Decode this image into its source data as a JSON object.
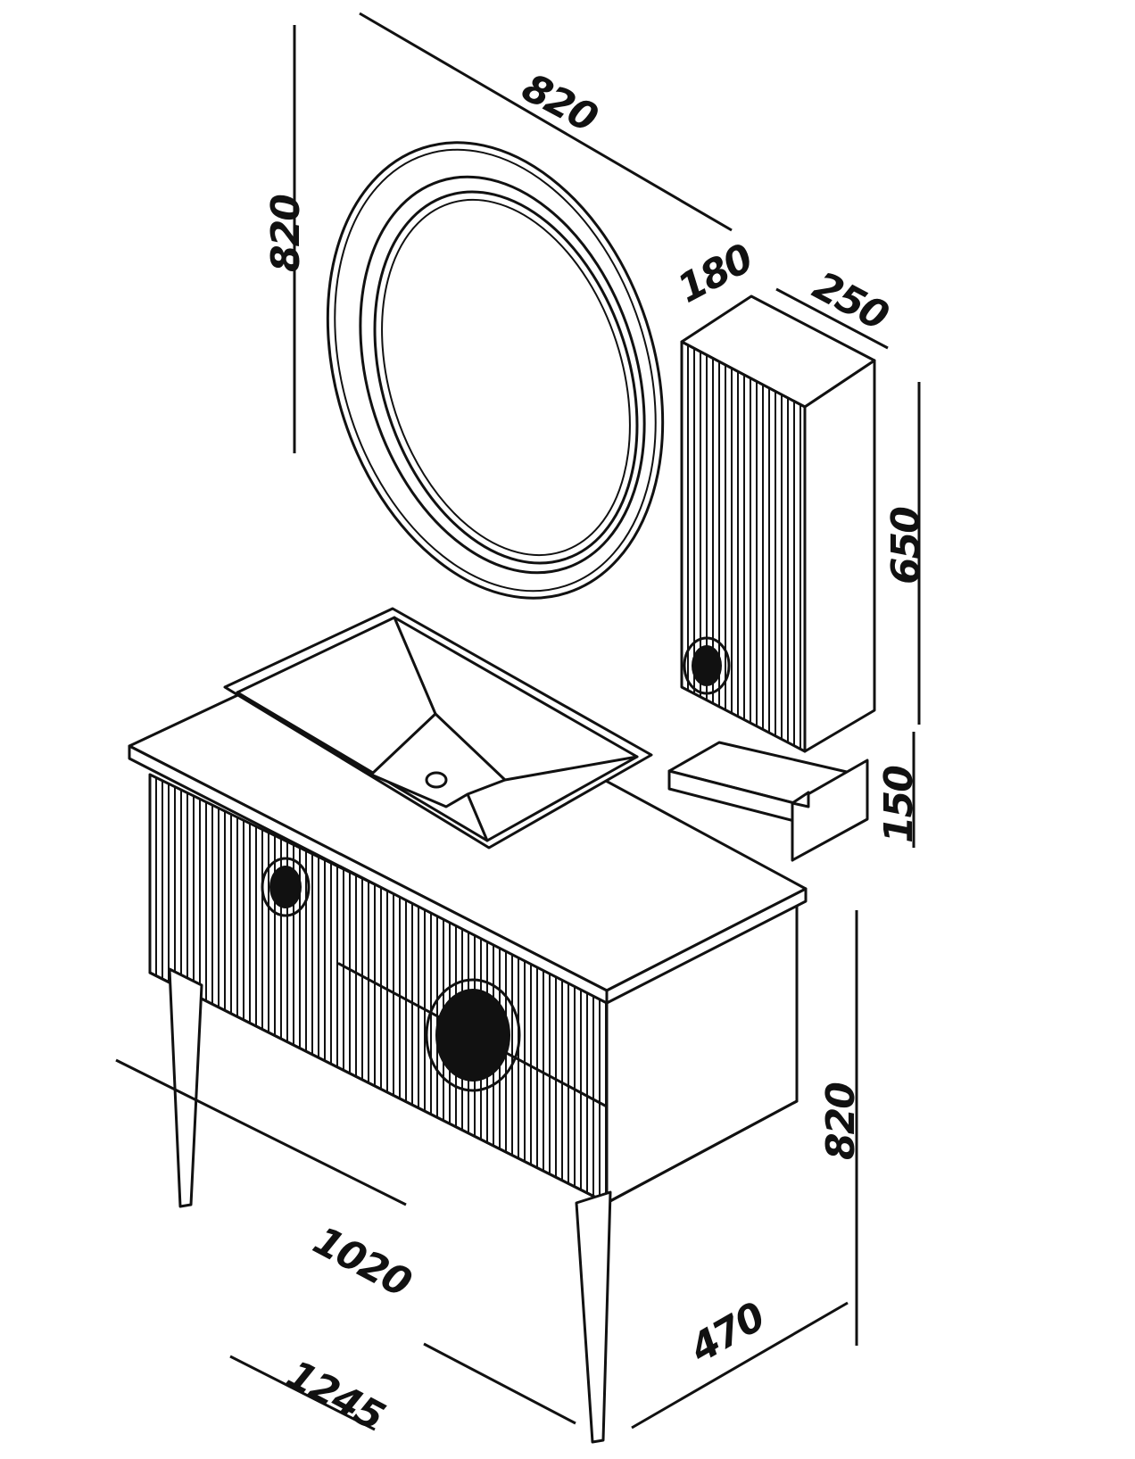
{
  "dimensions": {
    "mirror_width": "820",
    "mirror_height": "820",
    "mirror_depth": "180",
    "cabinet_depth": "250",
    "cabinet_height": "650",
    "shelf_height": "150",
    "vanity_height": "820",
    "vanity_width": "1020",
    "vanity_depth": "470",
    "total_width": "1245"
  }
}
